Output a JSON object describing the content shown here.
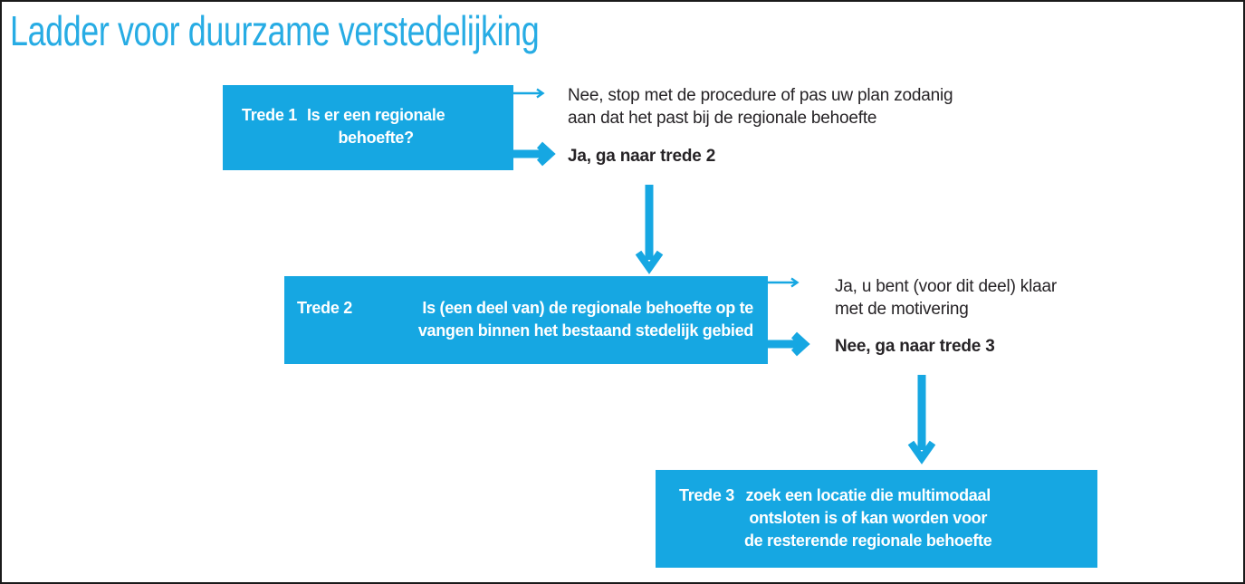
{
  "title": "Ladder voor duurzame verstedelijking",
  "colors": {
    "accent_blue": "#16a7e2",
    "title_blue": "#27ace4",
    "text_dark": "#262326"
  },
  "steps": [
    {
      "label": "Trede 1",
      "question": "Is er een regionale\nbehoefte?",
      "no_branch": "Nee, stop met de procedure of pas uw plan zodanig\naan dat het past bij de regionale behoefte",
      "yes_branch": "Ja, ga naar trede 2"
    },
    {
      "label": "Trede 2",
      "question": "Is (een deel van) de regionale behoefte op te\nvangen binnen het bestaand stedelijk gebied",
      "yes_branch": "Ja, u bent (voor dit deel) klaar\nmet de motivering",
      "no_branch": "Nee, ga naar trede 3"
    },
    {
      "label": "Trede 3",
      "question": "zoek een locatie die multimodaal\nontsloten is of kan worden voor\nde resterende regionale behoefte"
    }
  ]
}
